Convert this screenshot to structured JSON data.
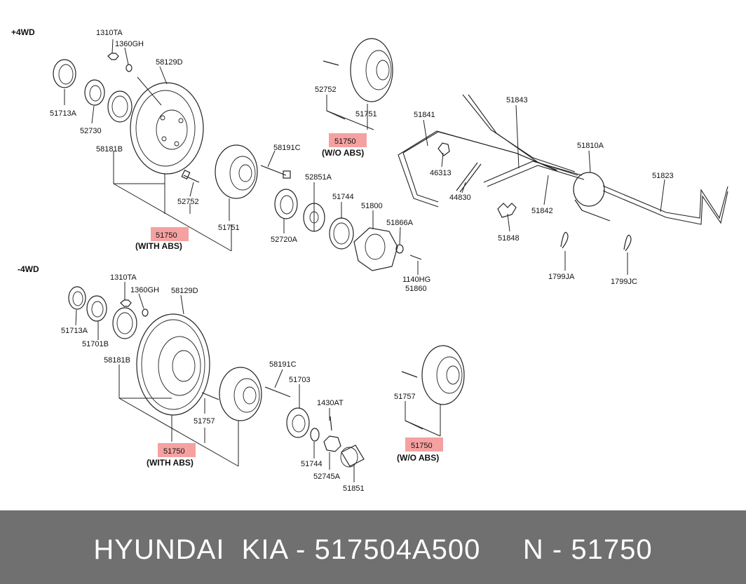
{
  "sections": {
    "upper": "+4WD",
    "lower": "-4WD"
  },
  "labels": {
    "u_1310TA": "1310TA",
    "u_1360GH": "1360GH",
    "u_58129D": "58129D",
    "u_51713A": "51713A",
    "u_52730": "52730",
    "u_58181B": "58181B",
    "u_52752a": "52752",
    "u_58191C": "58191C",
    "u_51751a": "51751",
    "u_51750a": "51750",
    "u_withabs": "(WITH ABS)",
    "u_52752b": "52752",
    "u_51751b": "51751",
    "u_51750b": "51750",
    "u_woabs": "(W/O ABS)",
    "u_52851A": "52851A",
    "u_51744": "51744",
    "u_51800": "51800",
    "u_51866A": "51866A",
    "u_52720A": "52720A",
    "u_1140HG": "1140HG",
    "u_51860": "51860",
    "u_51841": "51841",
    "u_51843": "51843",
    "u_46313": "46313",
    "u_44830": "44830",
    "u_51810A": "51810A",
    "u_51823": "51823",
    "u_51842": "51842",
    "u_51848": "51848",
    "u_1799JA": "1799JA",
    "u_1799JC": "1799JC",
    "l_1310TA": "1310TA",
    "l_1360GH": "1360GH",
    "l_58129D": "58129D",
    "l_51713A": "51713A",
    "l_51701B": "51701B",
    "l_58181B": "58181B",
    "l_58191C": "58191C",
    "l_51703": "51703",
    "l_51757a": "51757",
    "l_51750a": "51750",
    "l_withabs": "(WITH ABS)",
    "l_1430AT": "1430AT",
    "l_51744": "51744",
    "l_52745A": "52745A",
    "l_51851": "51851",
    "l_51757b": "51757",
    "l_51750b": "51750",
    "l_woabs": "(W/O ABS)"
  },
  "footer": {
    "caption": "HYUNDAI  KIA - 517504A500     N - 51750"
  },
  "colors": {
    "highlight": "#ef6f6f",
    "footer_bg": "#707070",
    "footer_text": "#ffffff",
    "ink": "#222222"
  }
}
